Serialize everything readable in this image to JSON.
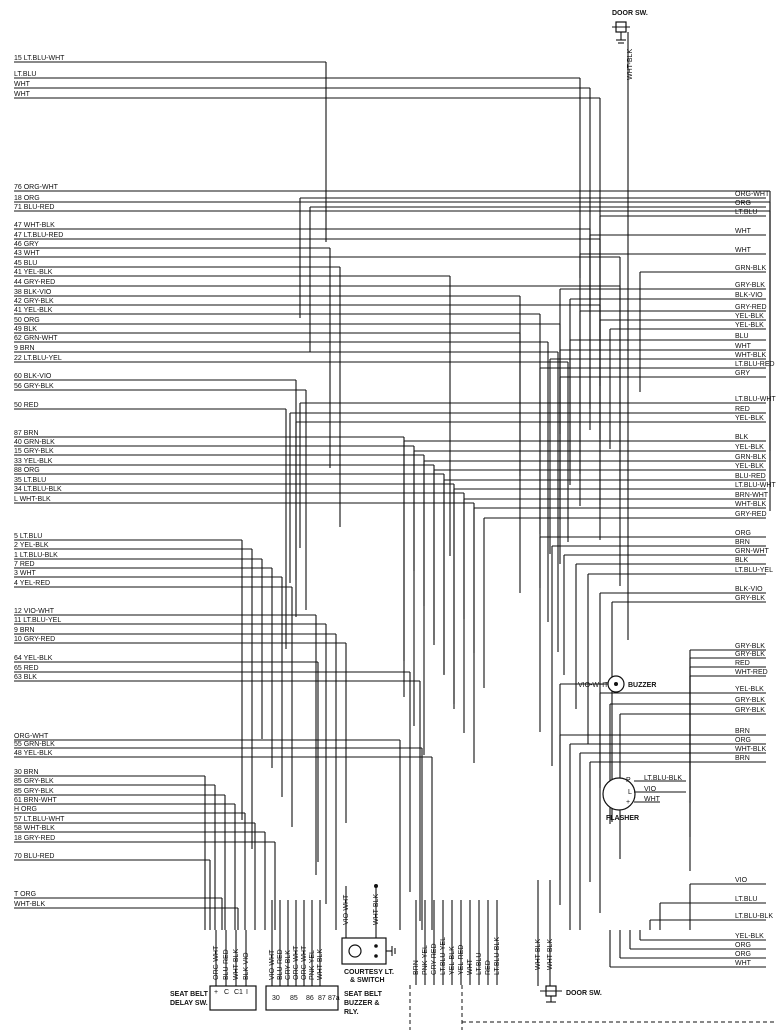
{
  "components": {
    "door_sw_top": "DOOR SW.",
    "door_sw_bottom": "DOOR SW.",
    "buzzer": "BUZZER",
    "flasher": "FLASHER",
    "seat_belt_delay": "SEAT BELT DELAY SW.",
    "seat_belt_buzzer": "SEAT BELT BUZZER & RLY.",
    "courtesy": "COURTESY LT. & SWITCH"
  },
  "left_wires": [
    {
      "num": "15",
      "color": "LT.BLU-WHT"
    },
    {
      "num": "",
      "color": "LT.BLU"
    },
    {
      "num": "",
      "color": "WHT"
    },
    {
      "num": "",
      "color": "WHT"
    },
    {
      "num": "76",
      "color": "ORG-WHT"
    },
    {
      "num": "18",
      "color": "ORG"
    },
    {
      "num": "71",
      "color": "BLU-RED"
    },
    {
      "num": "47",
      "color": "WHT-BLK"
    },
    {
      "num": "47",
      "color": "LT.BLU-RED"
    },
    {
      "num": "46",
      "color": "GRY"
    },
    {
      "num": "43",
      "color": "WHT"
    },
    {
      "num": "45",
      "color": "BLU"
    },
    {
      "num": "41",
      "color": "YEL-BLK"
    },
    {
      "num": "44",
      "color": "GRY-RED"
    },
    {
      "num": "38",
      "color": "BLK-VIO"
    },
    {
      "num": "42",
      "color": "GRY-BLK"
    },
    {
      "num": "41",
      "color": "YEL-BLK"
    },
    {
      "num": "50",
      "color": "ORG"
    },
    {
      "num": "49",
      "color": "BLK"
    },
    {
      "num": "62",
      "color": "GRN-WHT"
    },
    {
      "num": "9",
      "color": "BRN"
    },
    {
      "num": "22",
      "color": "LT.BLU-YEL"
    },
    {
      "num": "60",
      "color": "BLK-VIO"
    },
    {
      "num": "56",
      "color": "GRY-BLK"
    },
    {
      "num": "50",
      "color": "RED"
    },
    {
      "num": "87",
      "color": "BRN"
    },
    {
      "num": "40",
      "color": "GRN-BLK"
    },
    {
      "num": "15",
      "color": "GRY-BLK"
    },
    {
      "num": "33",
      "color": "YEL-BLK"
    },
    {
      "num": "88",
      "color": "ORG"
    },
    {
      "num": "35",
      "color": "LT.BLU"
    },
    {
      "num": "34",
      "color": "LT.BLU-BLK"
    },
    {
      "num": "L",
      "color": "WHT-BLK"
    },
    {
      "num": "5",
      "color": "LT.BLU"
    },
    {
      "num": "2",
      "color": "YEL-BLK"
    },
    {
      "num": "1",
      "color": "LT.BLU-BLK"
    },
    {
      "num": "7",
      "color": "RED"
    },
    {
      "num": "3",
      "color": "WHT"
    },
    {
      "num": "4",
      "color": "YEL-RED"
    },
    {
      "num": "12",
      "color": "VIO-WHT"
    },
    {
      "num": "11",
      "color": "LT.BLU-YEL"
    },
    {
      "num": "9",
      "color": "BRN"
    },
    {
      "num": "10",
      "color": "GRY-RED"
    },
    {
      "num": "64",
      "color": "YEL-BLK"
    },
    {
      "num": "65",
      "color": "RED"
    },
    {
      "num": "63",
      "color": "BLK"
    },
    {
      "num": "",
      "color": "ORG-WHT"
    },
    {
      "num": "55",
      "color": "GRN-BLK"
    },
    {
      "num": "48",
      "color": "YEL-BLK"
    },
    {
      "num": "30",
      "color": "BRN"
    },
    {
      "num": "85",
      "color": "GRY-BLK"
    },
    {
      "num": "85",
      "color": "GRY-BLK"
    },
    {
      "num": "61",
      "color": "BRN-WHT"
    },
    {
      "num": "H",
      "color": "ORG"
    },
    {
      "num": "57",
      "color": "LT.BLU-WHT"
    },
    {
      "num": "58",
      "color": "WHT-BLK"
    },
    {
      "num": "18",
      "color": "GRY-RED"
    },
    {
      "num": "70",
      "color": "BLU-RED"
    },
    {
      "num": "T",
      "color": "ORG"
    },
    {
      "num": "",
      "color": "WHT-BLK"
    }
  ],
  "right_wires": [
    "ORG-WHT",
    "ORG",
    "LT.BLU",
    "WHT",
    "WHT",
    "GRN-BLK",
    "GRY-BLK",
    "BLK-VIO",
    "GRY-RED",
    "YEL-BLK",
    "YEL-BLK",
    "BLU",
    "WHT",
    "WHT-BLK",
    "LT.BLU-RED",
    "GRY",
    "LT.BLU-WHT",
    "RED",
    "YEL-BLK",
    "BLK",
    "YEL-BLK",
    "GRN-BLK",
    "YEL-BLK",
    "BLU-RED",
    "LT.BLU-WHT",
    "BRN-WHT",
    "WHT-BLK",
    "GRY-RED",
    "ORG",
    "BRN",
    "GRN-WHT",
    "BLK",
    "LT.BLU-YEL",
    "BLK-VIO",
    "GRY-BLK",
    "GRY-BLK",
    "GRY-BLK",
    "RED",
    "WHT-RED",
    "YEL-BLK",
    "GRY-BLK",
    "GRY-BLK",
    "BRN",
    "ORG",
    "WHT-BLK",
    "BRN",
    "VIO",
    "LT.BLU",
    "LT.BLU-BLK",
    "YEL-BLK",
    "ORG",
    "ORG",
    "WHT"
  ],
  "buzzer_wire": "VIO-WHT",
  "flasher_wires": [
    {
      "pin": "P",
      "color": "LT.BLU-BLK"
    },
    {
      "pin": "L",
      "color": "VIO"
    },
    {
      "pin": "+",
      "color": "WHT"
    }
  ],
  "door_top_wire": "WHT-BLK",
  "door_bottom_wires": [
    "WHT-BLK",
    "WHT-BLK"
  ],
  "delay_sw": {
    "wires": [
      "ORG-WHT",
      "BLU-RED",
      "WHT-BLK",
      "BLK-VIO"
    ],
    "pins": [
      "+",
      "C",
      "C1",
      "I"
    ]
  },
  "buzzer_rly": {
    "wires": [
      "VIO-WHT",
      "BLU-RED",
      "GRY-BLK",
      "ORG-WHT",
      "ORG-WHT",
      "PNK-YEL",
      "WHT-BLK"
    ],
    "pins": [
      "30",
      "85",
      "86",
      "87",
      "87a"
    ]
  },
  "courtesy_wires": [
    "VIO-WHT",
    "WHT-BLK"
  ],
  "bottom_bundle": [
    "BRN",
    "PNK-YEL",
    "GRY-RED",
    "LT.BLU-YEL",
    "YEL-BLK",
    "YEL-RED",
    "WHT",
    "LT.BLU",
    "RED",
    "LT.BLU-BLK"
  ]
}
